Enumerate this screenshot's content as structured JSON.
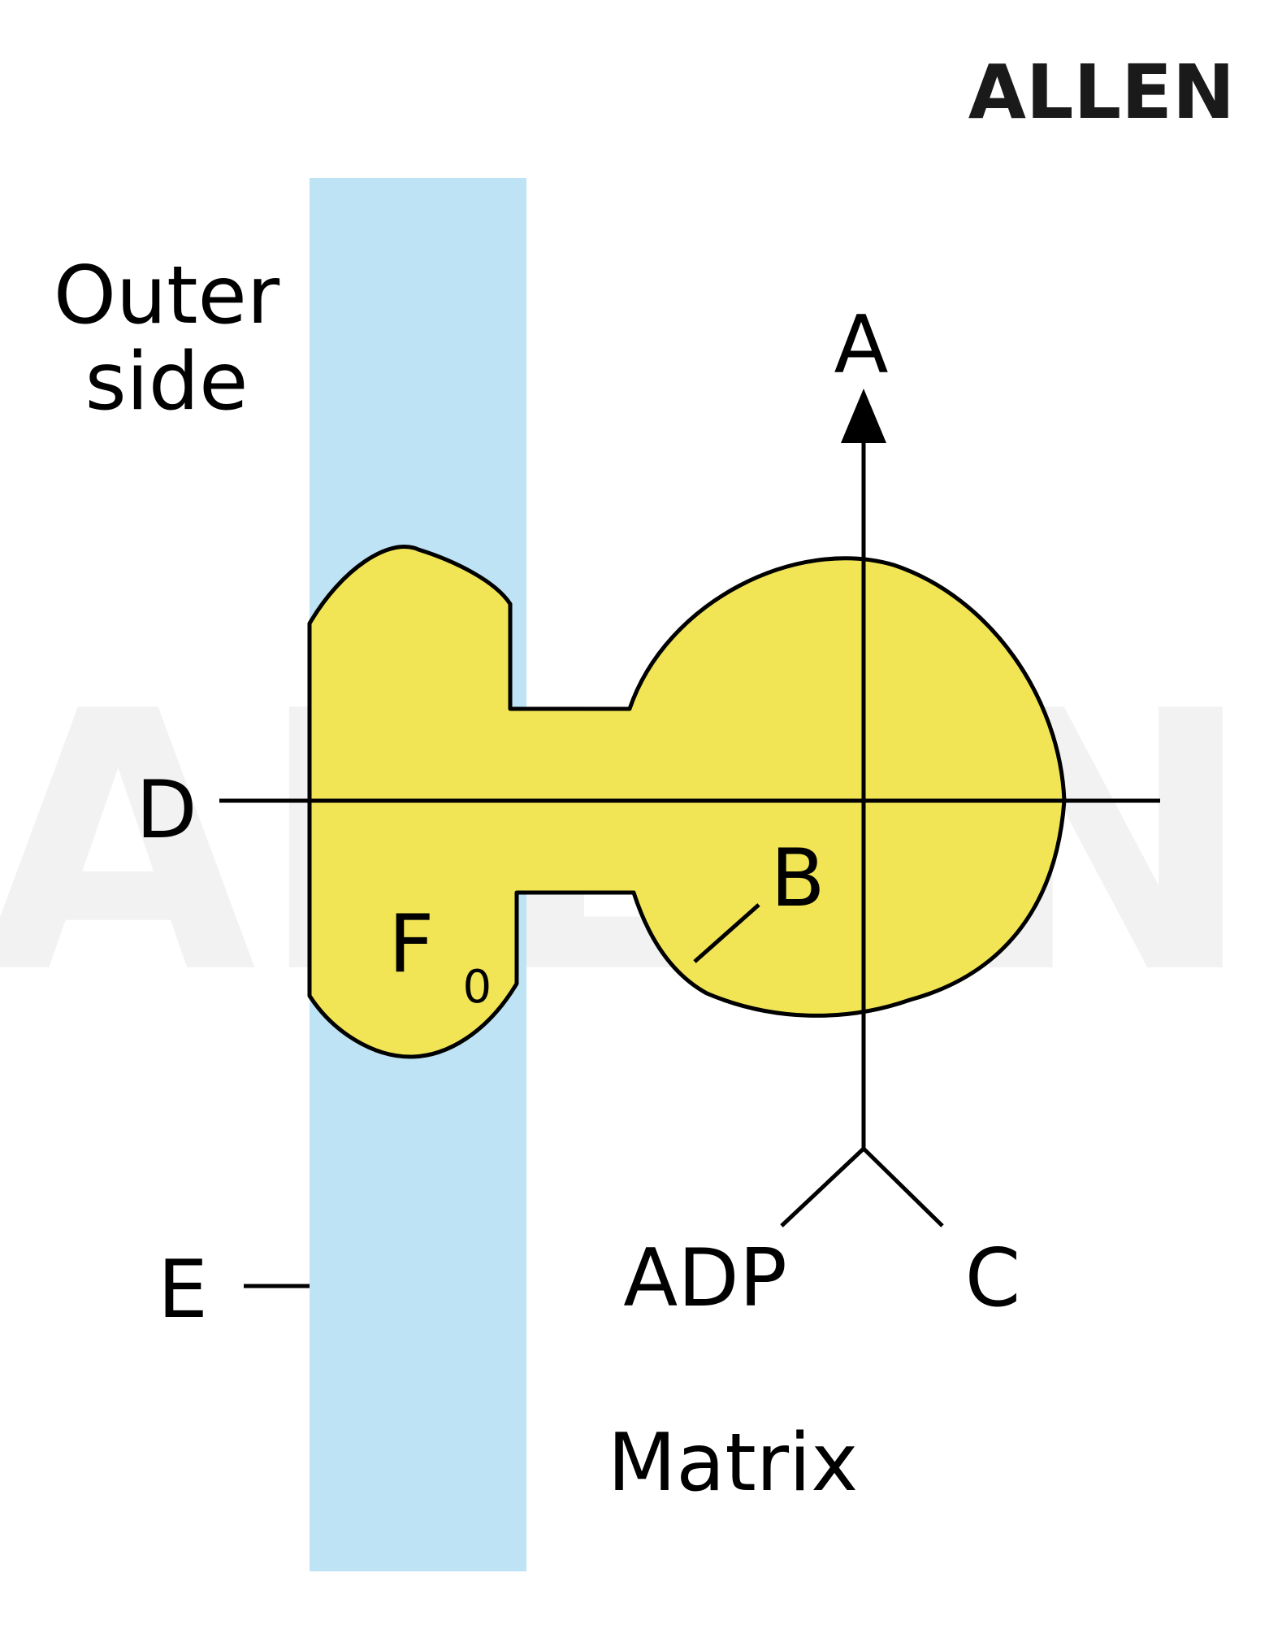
{
  "logo": {
    "text": "ALLEN"
  },
  "watermark": {
    "text": "ALLEN"
  },
  "labels": {
    "outer_side_line1": "Outer",
    "outer_side_line2": "side",
    "a": "A",
    "b": "B",
    "c": "C",
    "d": "D",
    "e": "E",
    "f0_main": "F",
    "f0_sub": "0",
    "adp": "ADP",
    "matrix": "Matrix"
  },
  "colors": {
    "membrane": "#bde3f4",
    "enzyme": "#f1e556",
    "line": "#000000",
    "logo": "#1a1a1a",
    "watermark": "#f2f2f2"
  }
}
